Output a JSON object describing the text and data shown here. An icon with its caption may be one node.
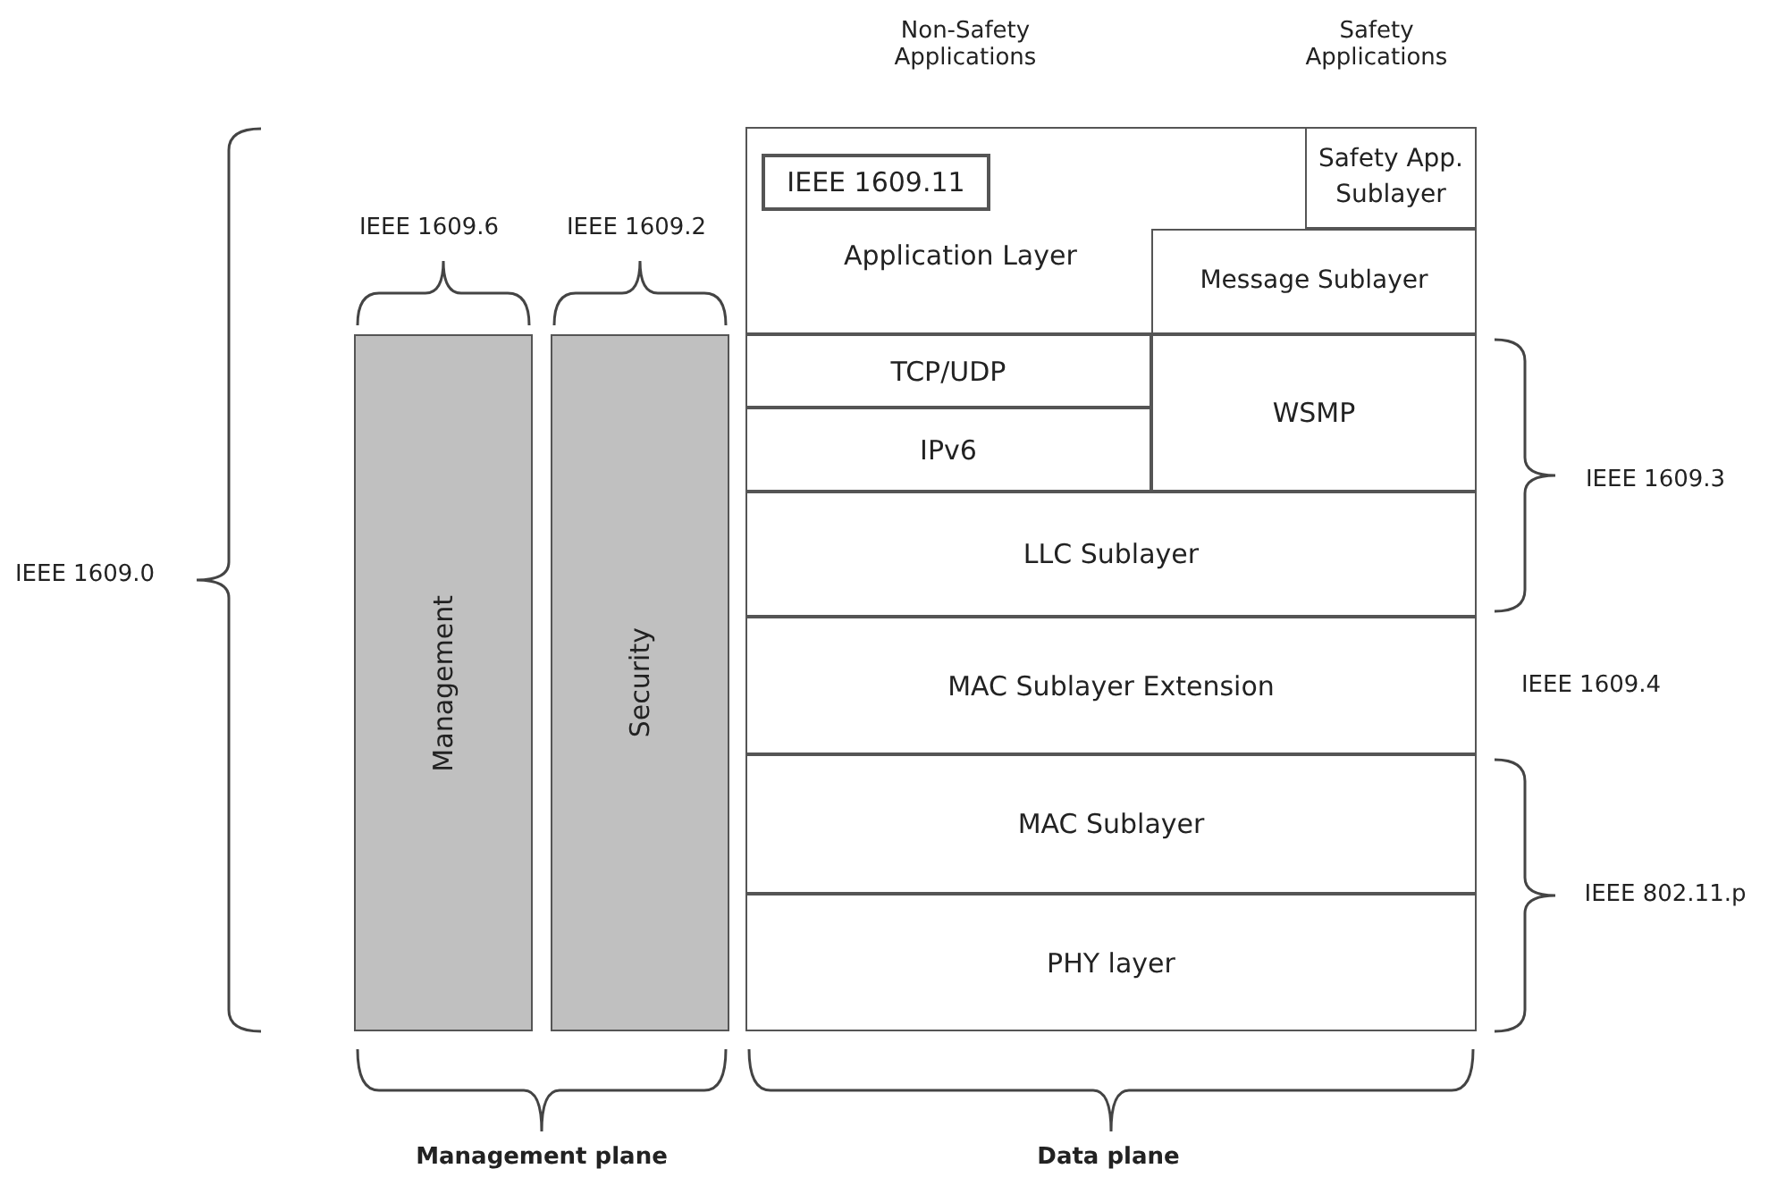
{
  "diagram": {
    "nodes": [
      {
        "text": [
          "Management"
        ]
      },
      {
        "text": [
          "Security"
        ]
      },
      {
        "text": [
          "Application Layer"
        ]
      },
      {
        "text": [
          "IEEE 1609.11"
        ],
        "in": 2
      },
      {
        "text": [
          "Safety App. Sublayer"
        ]
      },
      {
        "text": [
          "Message Sublayer"
        ]
      },
      {
        "text": [
          "TCP/UDP"
        ]
      },
      {
        "text": [
          "IPv6"
        ]
      },
      {
        "text": [
          "WSMP"
        ]
      },
      {
        "text": [
          "LLC Sublayer"
        ]
      },
      {
        "text": [
          "MAC Sublayer Extension"
        ]
      },
      {
        "text": [
          "MAC Sublayer"
        ]
      },
      {
        "text": [
          "PHY layer"
        ]
      }
    ],
    "edges": [],
    "labels": [
      "Non-Safety Applications",
      "Safety Applications",
      "IEEE 1609.6",
      "IEEE 1609.2",
      "IEEE 1609.0",
      "IEEE 1609.3",
      "IEEE 1609.4",
      "IEEE 802.11.p",
      "Management plane",
      "Data plane"
    ]
  }
}
